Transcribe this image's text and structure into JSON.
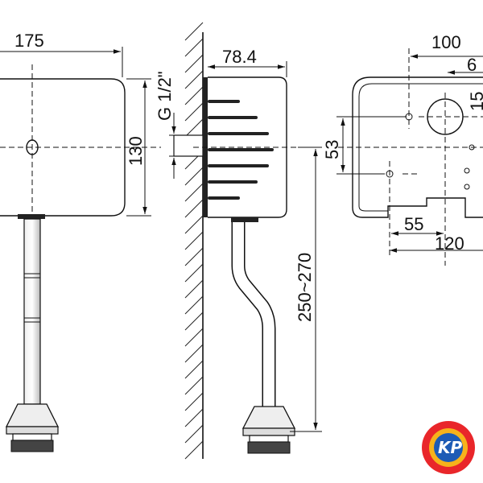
{
  "dimensions": {
    "front_width": "175",
    "front_height": "130",
    "thread": "G 1/2\"",
    "side_depth": "78.4",
    "pipe_length": "250~270",
    "side_offset": "53",
    "back_width": "100",
    "back_width_2": "6",
    "back_height": "15",
    "back_hole_x": "55",
    "back_total": "120"
  },
  "logo": {
    "text": "KP",
    "colors": {
      "outer": "#e9262a",
      "ring": "#f7b21b",
      "inner": "#1d5bb5"
    }
  }
}
